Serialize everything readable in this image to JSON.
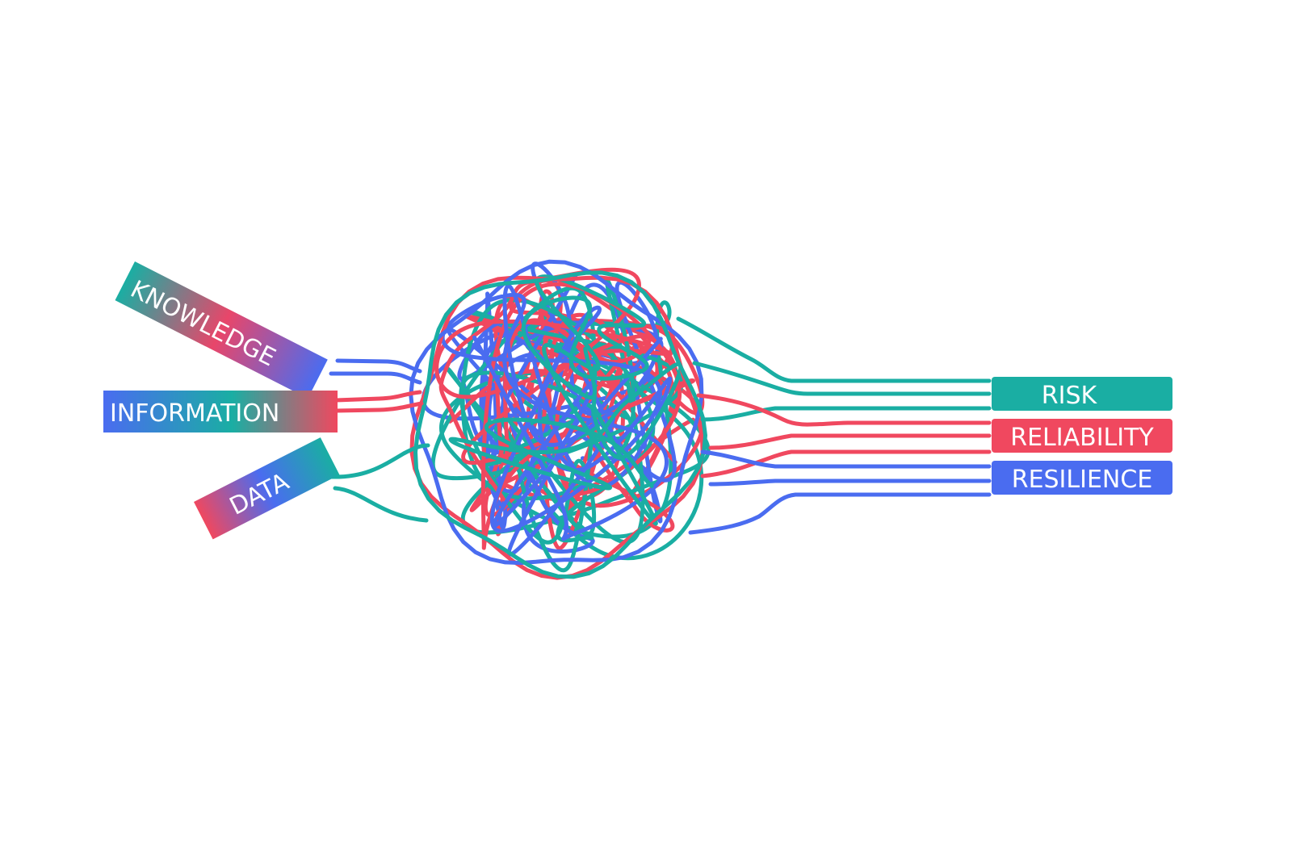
{
  "inputs": [
    {
      "id": "knowledge",
      "label": "KNOWLEDGE"
    },
    {
      "id": "information",
      "label": "INFORMATION"
    },
    {
      "id": "data",
      "label": "DATA"
    }
  ],
  "outputs": [
    {
      "id": "risk",
      "label": "RISK",
      "color": "#1aaea3"
    },
    {
      "id": "reliability",
      "label": "RELIABILITY",
      "color": "#f0485f"
    },
    {
      "id": "resilience",
      "label": "RESILIENCE",
      "color": "#4a6cf0"
    }
  ],
  "colors": {
    "teal": "#1aaea3",
    "red": "#f0485f",
    "blue": "#4a6cf0",
    "background": "#ffffff"
  }
}
